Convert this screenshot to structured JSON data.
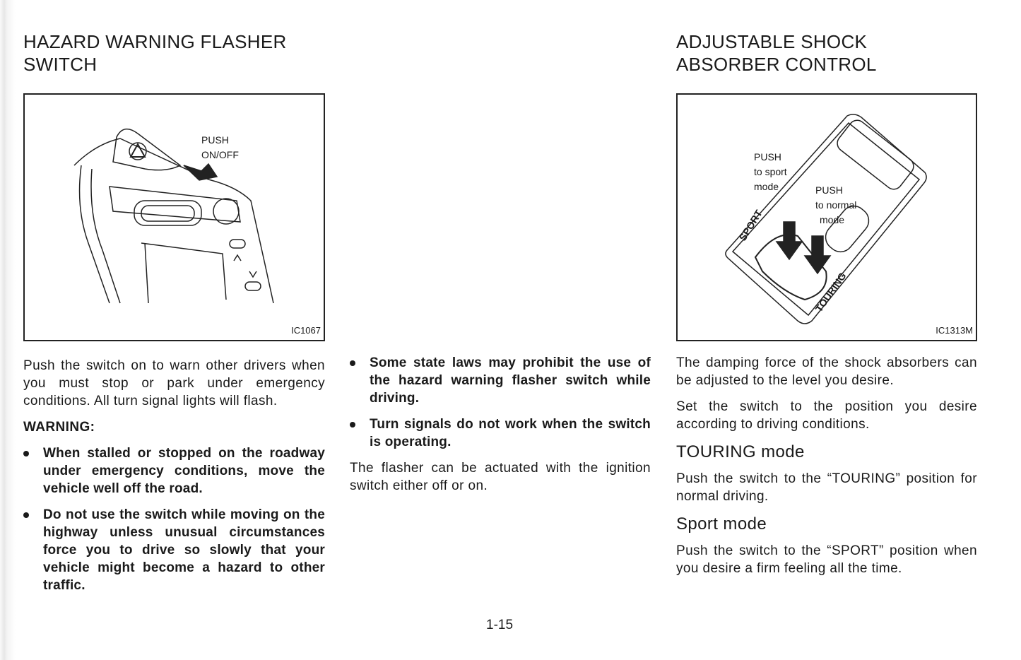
{
  "left": {
    "heading_line1": "HAZARD WARNING FLASHER",
    "heading_line2": "SWITCH",
    "figure": {
      "label_line1": "PUSH",
      "label_line2": "ON/OFF",
      "code": "IC1067"
    },
    "intro": "Push the switch on to warn other drivers when you must stop or park under emergency conditions. All turn signal lights will flash.",
    "warning_title": "WARNING:",
    "bullets": [
      "When stalled or stopped on the roadway under emergency conditions, move the vehicle well off the road.",
      "Do not use the switch while moving on the highway unless unusual circumstances force you to drive so slowly that your vehicle might become a hazard to other traffic."
    ]
  },
  "middle": {
    "bullets": [
      "Some state laws may prohibit the use of the hazard warning flasher switch while driving.",
      "Turn signals do not work when the switch is operating."
    ],
    "paragraph": "The flasher can be actuated with the ignition switch either off or on."
  },
  "right": {
    "heading_line1": "ADJUSTABLE SHOCK",
    "heading_line2": "ABSORBER CONTROL",
    "figure": {
      "push_sport": [
        "PUSH",
        "to sport",
        "mode"
      ],
      "push_normal": [
        "PUSH",
        "to normal",
        "mode"
      ],
      "sport_label": "SPORT",
      "touring_label": "TOURING",
      "code": "IC1313M"
    },
    "p1": "The damping force of the shock absorbers can be adjusted to the level you desire.",
    "p2": "Set the switch to the position you desire according to driving conditions.",
    "touring_heading": "TOURING mode",
    "touring_text": "Push the switch to the “TOURING” position for normal driving.",
    "sport_heading": "Sport mode",
    "sport_text": "Push the switch to the “SPORT” position when you desire a firm feeling all the time."
  },
  "page_number": "1-15"
}
